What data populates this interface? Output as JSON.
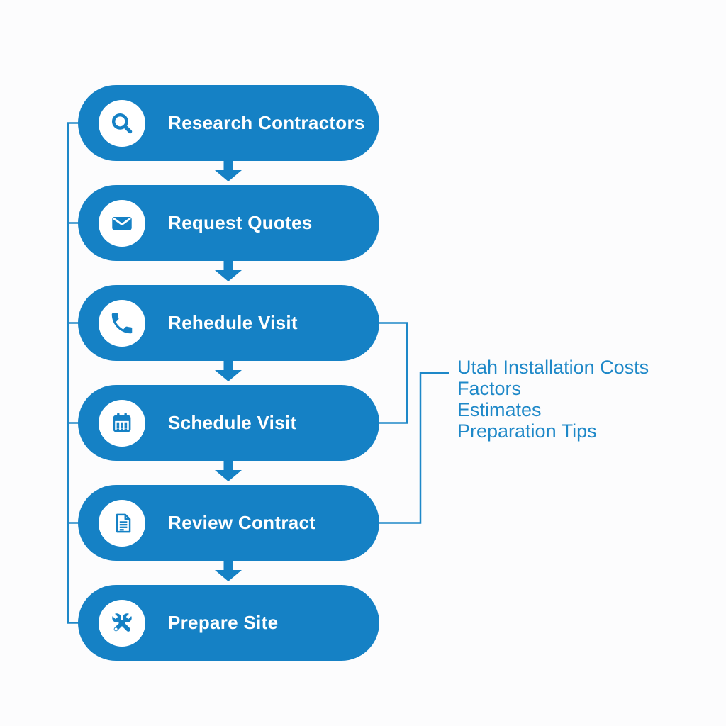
{
  "colors": {
    "pill_blue": "#1581c5",
    "connector_blue": "#1e88c8",
    "icon_blue": "#1581c5",
    "label_white": "#ffffff",
    "topic_text_blue": "#1e88c8",
    "background": "#fcfcfd"
  },
  "steps": [
    {
      "label": "Research Contractors",
      "icon": "search-icon"
    },
    {
      "label": "Request Quotes",
      "icon": "mail-icon"
    },
    {
      "label": "Rehedule Visit",
      "icon": "phone-icon"
    },
    {
      "label": "Schedule Visit",
      "icon": "calendar-icon"
    },
    {
      "label": "Review Contract",
      "icon": "document-icon"
    },
    {
      "label": "Prepare Site",
      "icon": "tools-icon"
    }
  ],
  "topics": [
    "Utah Installation Costs",
    "Factors",
    "Estimates",
    "Preparation Tips"
  ]
}
